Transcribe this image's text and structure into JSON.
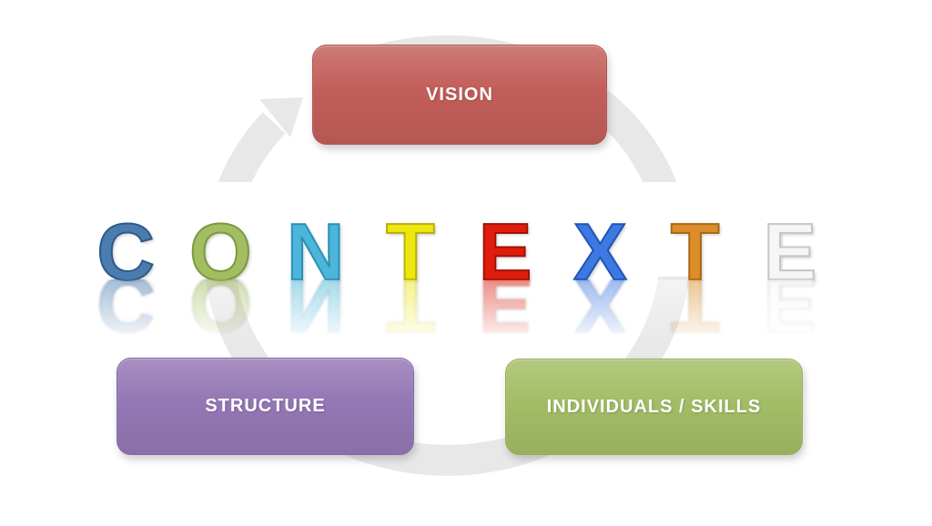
{
  "slide": {
    "background": "#ffffff",
    "ring": {
      "color": "#e8e8e8"
    },
    "word": {
      "text": "CONTEXTE",
      "letters": [
        {
          "char": "C",
          "fill": "#4a7cb0",
          "edge": "#2e5a88"
        },
        {
          "char": "O",
          "fill": "#a3bd62",
          "edge": "#7c9a3e"
        },
        {
          "char": "N",
          "fill": "#4cb6da",
          "edge": "#2a90b6"
        },
        {
          "char": "T",
          "fill": "#ede70f",
          "edge": "#b8b008"
        },
        {
          "char": "E",
          "fill": "#e01d0c",
          "edge": "#a01205"
        },
        {
          "char": "X",
          "fill": "#3d79e2",
          "edge": "#2155b8"
        },
        {
          "char": "T",
          "fill": "#dd8e2a",
          "edge": "#a86a16"
        },
        {
          "char": "E",
          "fill": "#f6f6f6",
          "edge": "#c6c6c6"
        }
      ]
    },
    "boxes": [
      {
        "label": "VISION",
        "color": "#c25e5a",
        "border": "#b35350"
      },
      {
        "label": "STRUCTURE",
        "color": "#9477b5",
        "border": "#8569a7"
      },
      {
        "label": "INDIVIDUALS / SKILLS",
        "color": "#a3bd66",
        "border": "#95ae57"
      }
    ]
  }
}
